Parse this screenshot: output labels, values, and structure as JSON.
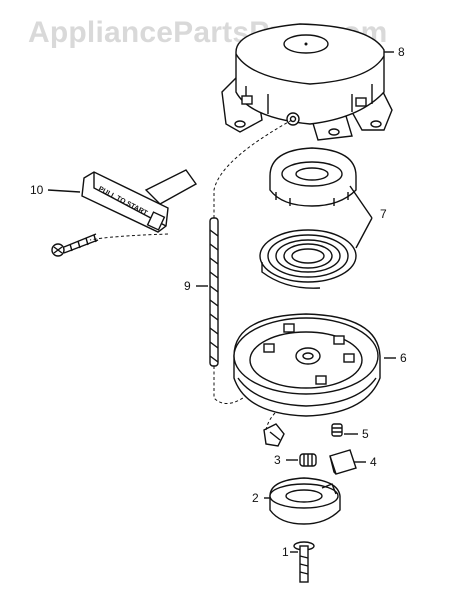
{
  "watermark": "AppliancePartsPros.com",
  "handle_text": "PULL TO START",
  "callouts": [
    {
      "id": "1",
      "label": "1"
    },
    {
      "id": "2",
      "label": "2"
    },
    {
      "id": "3",
      "label": "3"
    },
    {
      "id": "4",
      "label": "4"
    },
    {
      "id": "5",
      "label": "5"
    },
    {
      "id": "6",
      "label": "6"
    },
    {
      "id": "7",
      "label": "7"
    },
    {
      "id": "8",
      "label": "8"
    },
    {
      "id": "9",
      "label": "9"
    },
    {
      "id": "10",
      "label": "10"
    }
  ],
  "colors": {
    "ink": "#111111",
    "watermark": "#d9d9d9",
    "background": "#ffffff"
  }
}
